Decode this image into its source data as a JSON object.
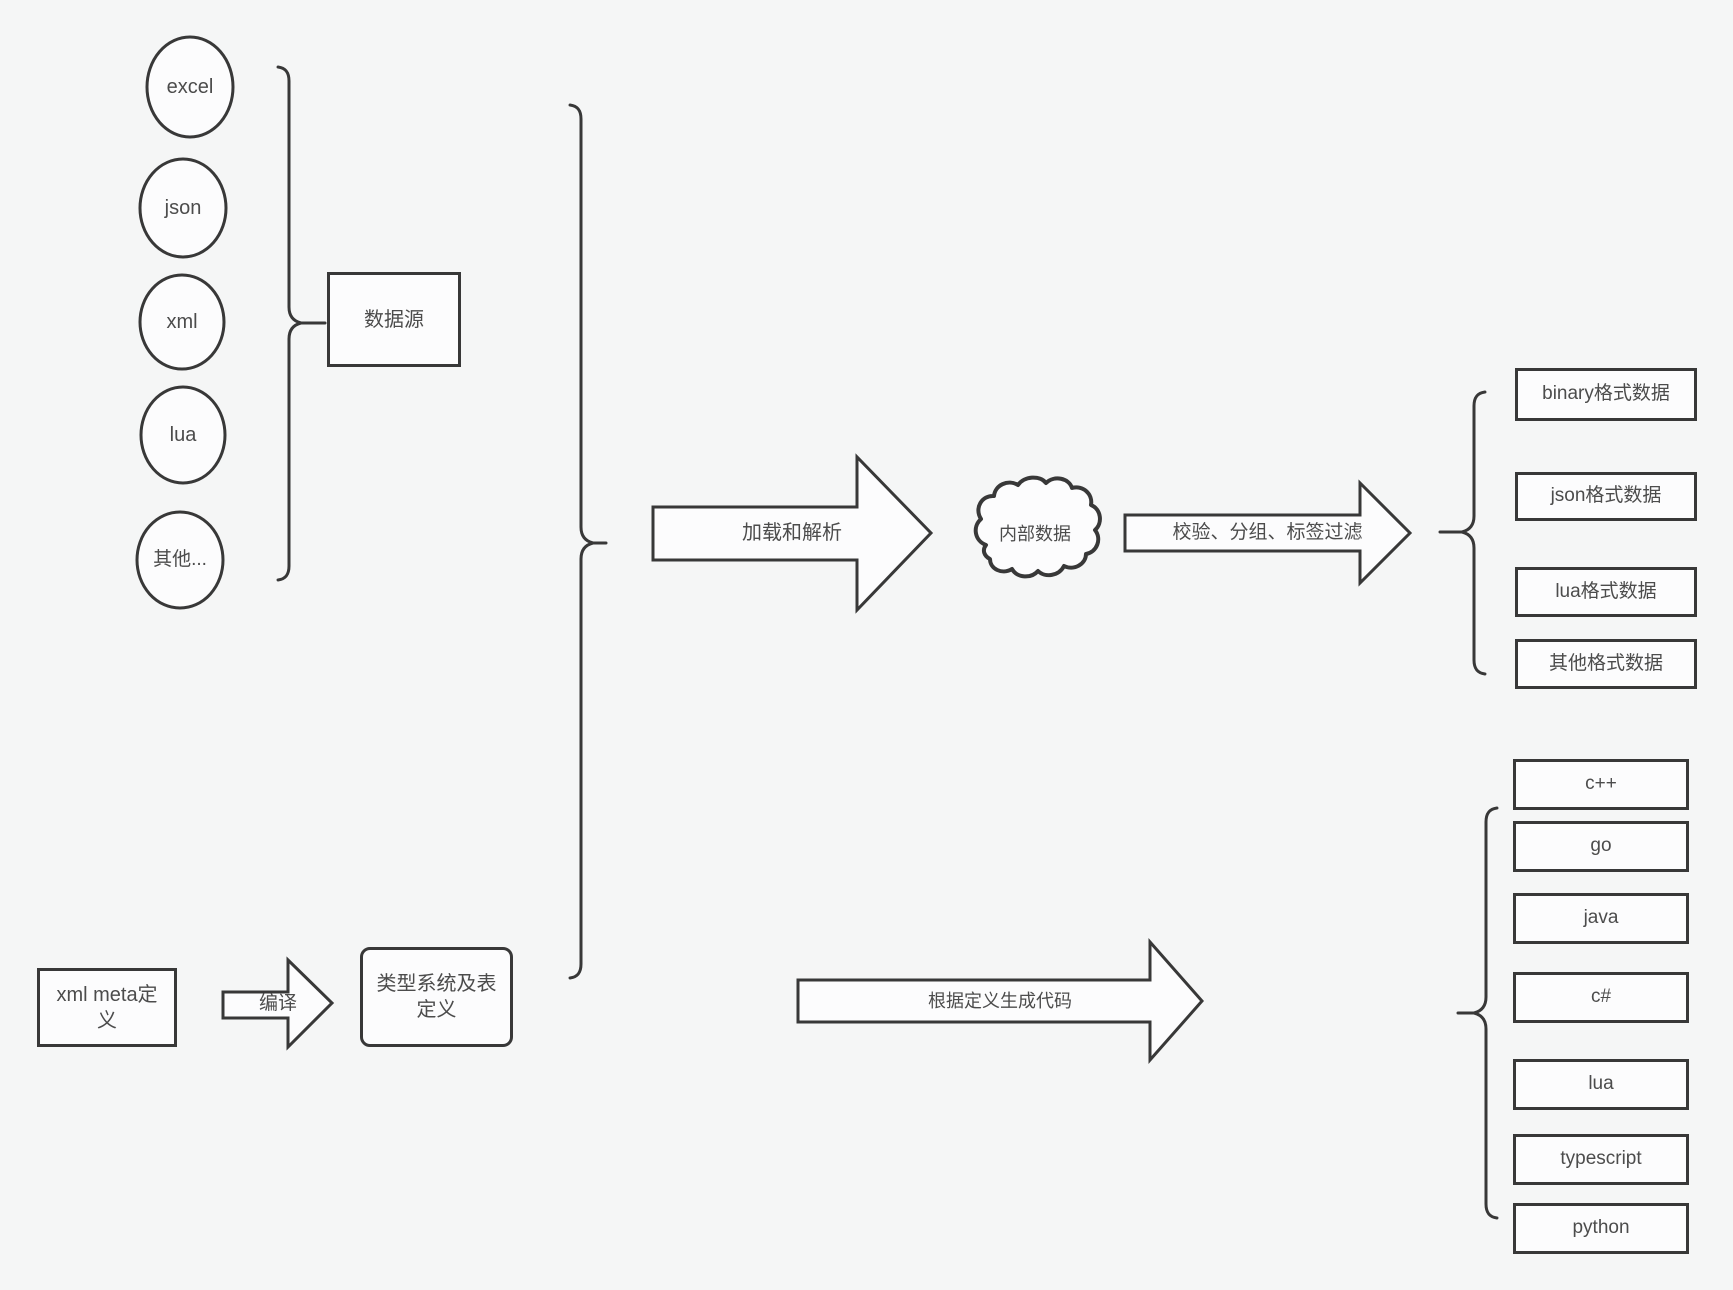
{
  "colors": {
    "background": "#f5f6f6",
    "stroke": "#383838",
    "shape_fill": "#fcfcfd",
    "text": "#4c4c4c"
  },
  "sources": {
    "items": [
      "excel",
      "json",
      "xml",
      "lua",
      "其他..."
    ],
    "group_label": "数据源"
  },
  "pipeline": {
    "load_arrow_label": "加载和解析",
    "cloud_label": "内部数据",
    "filter_arrow_label": "校验、分组、标签过滤",
    "output_formats": [
      "binary格式数据",
      "json格式数据",
      "lua格式数据",
      "其他格式数据"
    ]
  },
  "codegen": {
    "meta_box_lines": [
      "xml meta定",
      "义"
    ],
    "compile_arrow_label": "编译",
    "type_box_lines": [
      "类型系统及表",
      "定义"
    ],
    "generate_arrow_label": "根据定义生成代码",
    "languages": [
      "c++",
      "go",
      "java",
      "c#",
      "lua",
      "typescript",
      "python"
    ]
  }
}
